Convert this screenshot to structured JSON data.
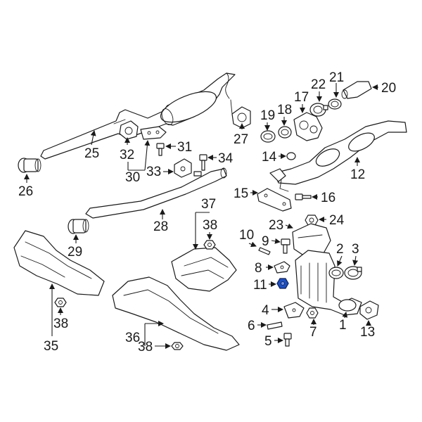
{
  "callouts": {
    "c1": "1",
    "c2": "2",
    "c3": "3",
    "c4": "4",
    "c5": "5",
    "c6": "6",
    "c7": "7",
    "c8": "8",
    "c9": "9",
    "c10": "10",
    "c11": "11",
    "c12": "12",
    "c13": "13",
    "c14": "14",
    "c15": "15",
    "c16": "16",
    "c17": "17",
    "c18": "18",
    "c19": "19",
    "c20": "20",
    "c21": "21",
    "c22": "22",
    "c23": "23",
    "c24": "24",
    "c25": "25",
    "c26": "26",
    "c27": "27",
    "c28": "28",
    "c29": "29",
    "c30": "30",
    "c31": "31",
    "c32": "32",
    "c33": "33",
    "c34": "34",
    "c35": "35",
    "c36": "36",
    "c37": "37",
    "c38": "38"
  },
  "highlight_color": "#1f4fbf",
  "highlighted_part": "11"
}
